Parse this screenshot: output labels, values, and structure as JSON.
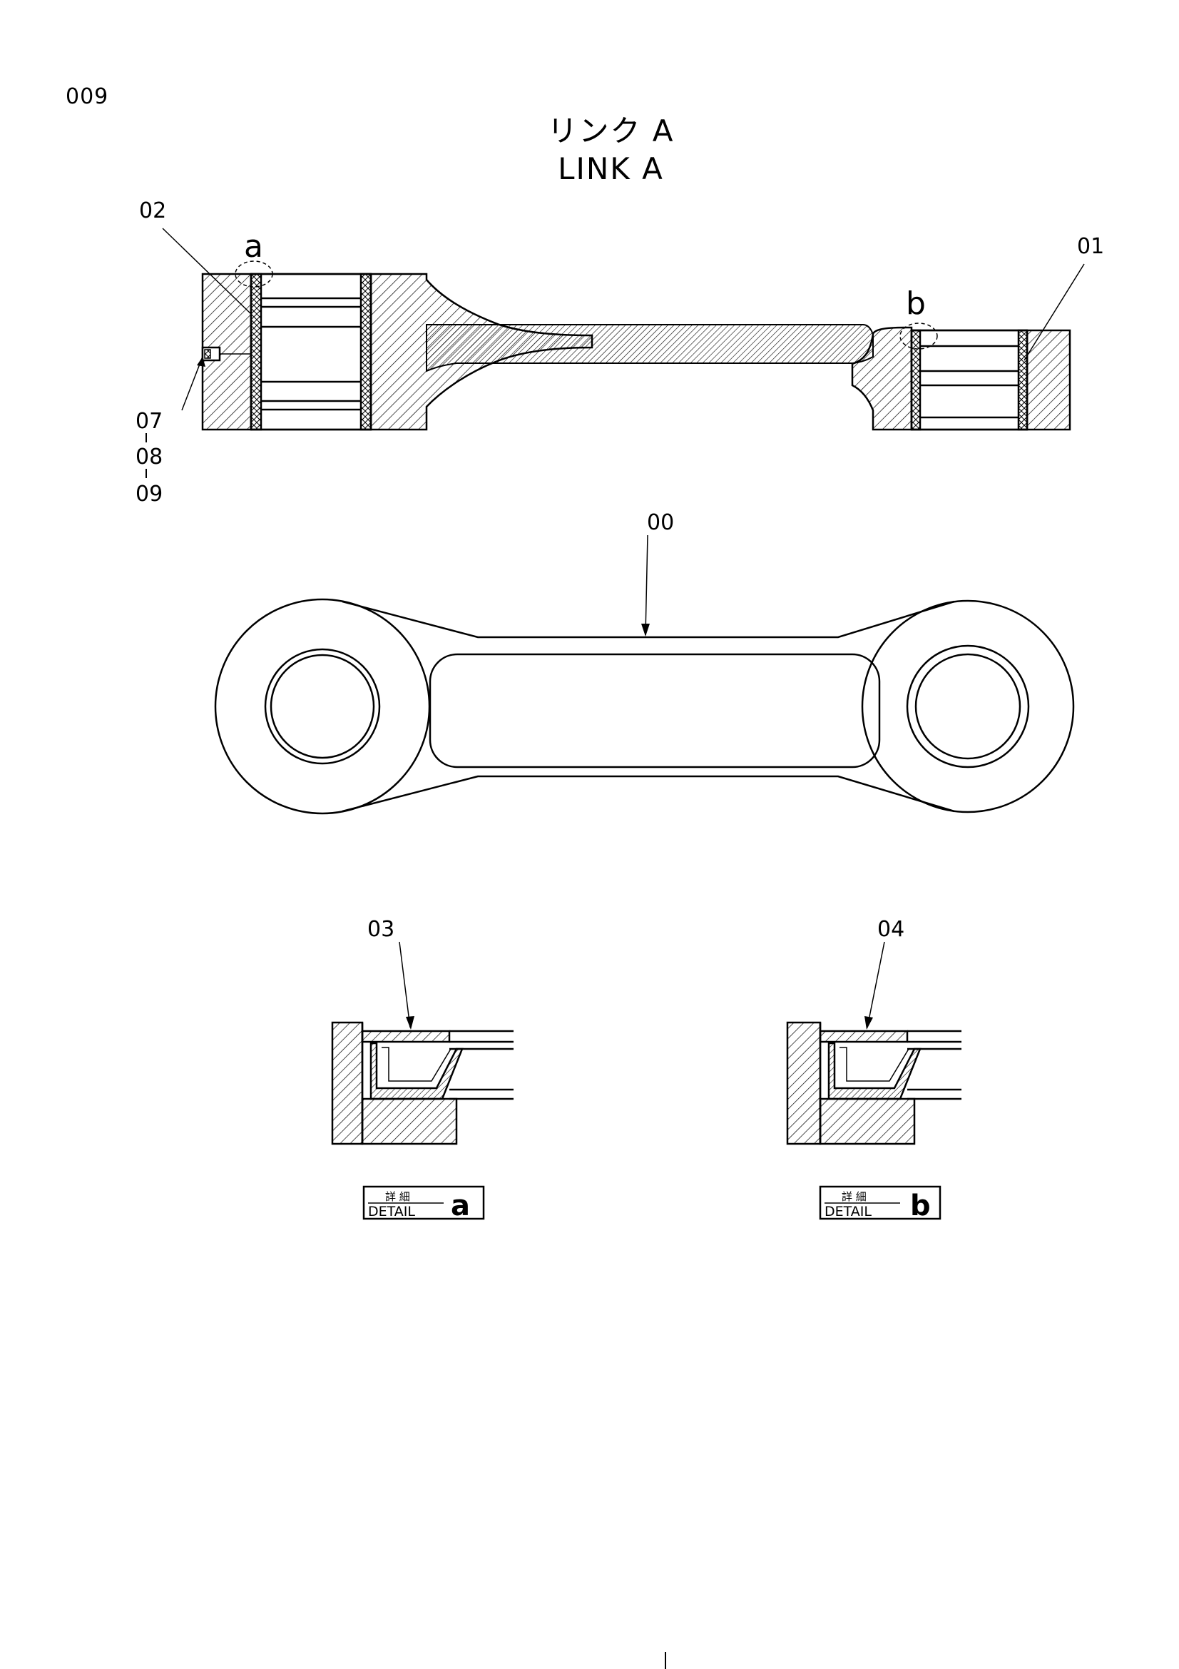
{
  "page_number": "009",
  "title": {
    "japanese": "リンク A",
    "english": "LINK A"
  },
  "callouts": {
    "link_body": "00",
    "bushing_small": "01",
    "bushing_large": "02",
    "seal_a": "03",
    "seal_b": "04",
    "grease_fitting_1": "07",
    "grease_fitting_2": "08",
    "grease_fitting_3": "09"
  },
  "detail_marks": {
    "a": "a",
    "b": "b"
  },
  "detail_labels": {
    "a": {
      "japanese": "詳 細",
      "english": "DETAIL",
      "letter": "a"
    },
    "b": {
      "japanese": "詳 細",
      "english": "DETAIL",
      "letter": "b"
    }
  },
  "colors": {
    "ink": "#000000",
    "paper": "#ffffff"
  }
}
